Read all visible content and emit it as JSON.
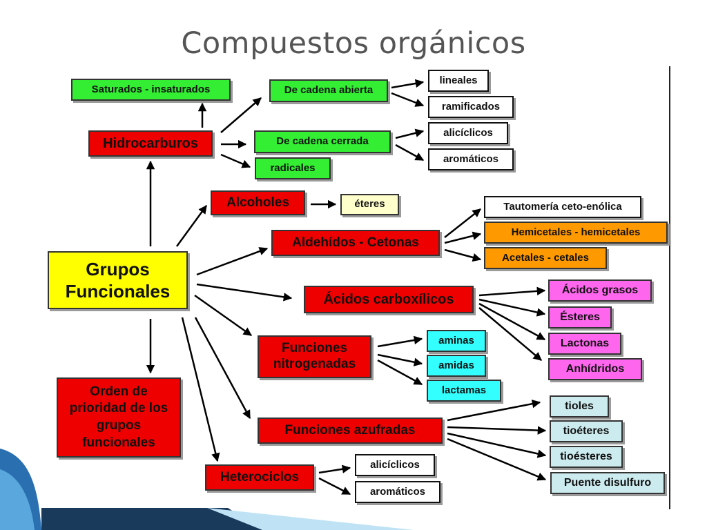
{
  "slide": {
    "title": "Compuestos orgánicos"
  },
  "colors": {
    "red": "#ee0000",
    "green": "#33ee33",
    "yellow": "#ffff00",
    "orange": "#ff9900",
    "pink": "#ff66ee",
    "cyan": "#33ffff",
    "light_blue": "#ccebee",
    "cream": "#ffffcc"
  },
  "nodes": {
    "saturados": "Saturados - insaturados",
    "hidrocarburos": "Hidrocarburos",
    "cadena_abierta": "De cadena abierta",
    "cadena_cerrada": "De cadena cerrada",
    "radicales": "radicales",
    "lineales": "lineales",
    "ramificados": "ramificados",
    "aliciclicos_1": "alicíclicos",
    "aromaticos_1": "aromáticos",
    "alcoholes": "Alcoholes",
    "eteres": "éteres",
    "aldehidos_cetonas": "Aldehídos - Cetonas",
    "tautomeria": "Tautomería ceto-enólica",
    "hemicetales": "Hemicetales - hemicetales",
    "acetales": "Acetales - cetales",
    "grupos_funcionales": "Grupos Funcionales",
    "acidos_carboxilicos": "Ácidos carboxílicos",
    "acidos_grasos": "Ácidos grasos",
    "esteres": "Ésteres",
    "lactonas": "Lactonas",
    "anhidridos": "Anhídridos",
    "nitrogenadas": "Funciones nitrogenadas",
    "aminas": "aminas",
    "amidas": "amidas",
    "lactamas": "lactamas",
    "orden_prioridad": "Orden de prioridad de los grupos funcionales",
    "azufradas": "Funciones azufradas",
    "tioles": "tioles",
    "tioeteres": "tioéteres",
    "tioesteres": "tioésteres",
    "puente_disulfuro": "Puente disulfuro",
    "heterociclos": "Heterociclos",
    "aliciclicos_2": "alicíclicos",
    "aromaticos_2": "aromáticos"
  }
}
